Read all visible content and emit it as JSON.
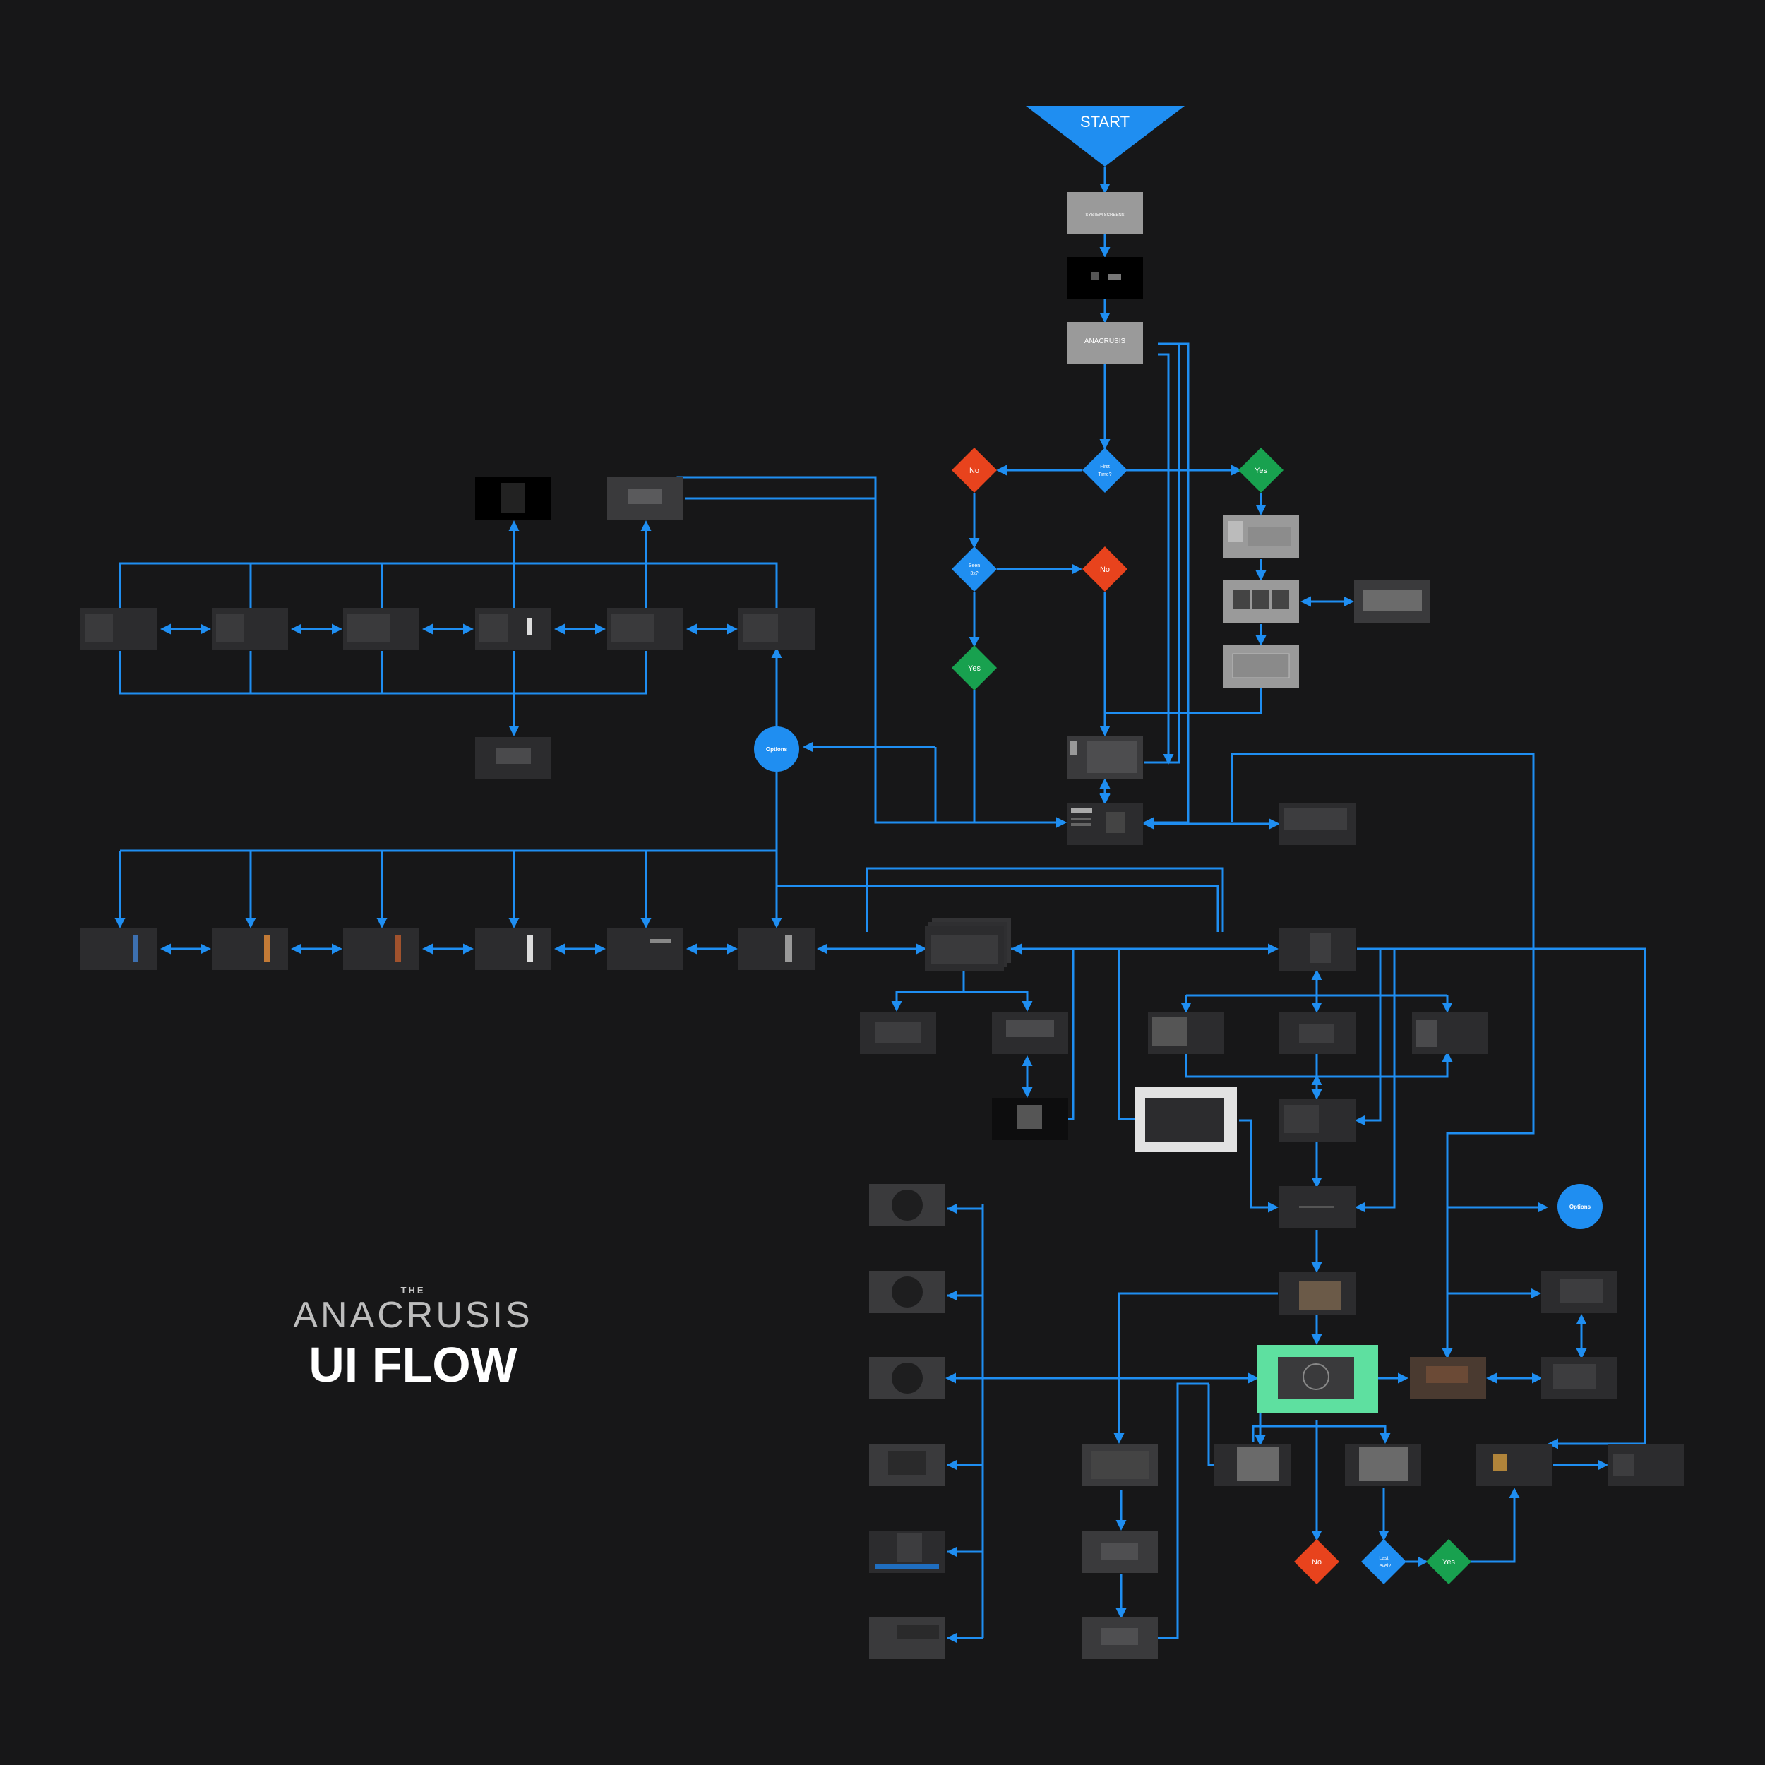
{
  "title": {
    "the": "THE",
    "logo": "ANACRUSIS",
    "main": "UI FLOW"
  },
  "colors": {
    "background": "#171718",
    "line": "#1f8ef1",
    "start": "#1f8ef1",
    "decision": "#1f8ef1",
    "yes": "#18a14f",
    "no": "#e8431d",
    "options": "#1f8ef1",
    "screen": "#2c2c2e",
    "screen_light": "#9a9a9a",
    "highlight": "#5ee0a0",
    "outlined": "#e2e2e2"
  },
  "flow": {
    "start": "START",
    "system_screens": "SYSTEM SCREENS",
    "logo_screen": "ANACRUSIS",
    "decisions": {
      "first_time": [
        "First",
        "Time?"
      ],
      "seen_3x": [
        "Seen",
        "3x?"
      ],
      "last_level": [
        "Last",
        "Level?"
      ]
    },
    "answers": {
      "yes": "Yes",
      "no": "No"
    },
    "options": "Options"
  }
}
